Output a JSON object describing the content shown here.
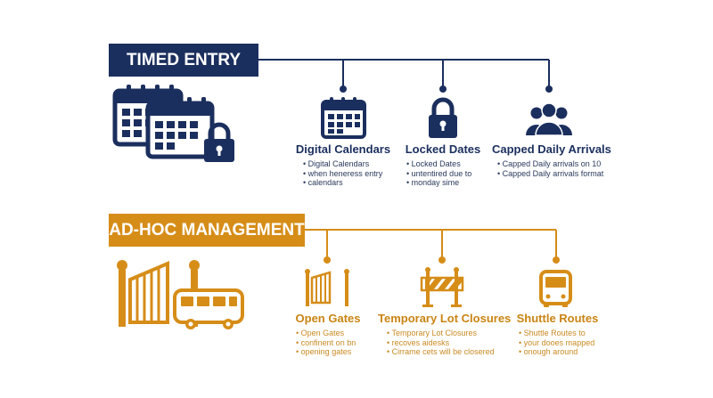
{
  "colors": {
    "navy": "#1b2f5e",
    "orange": "#d68d18"
  },
  "timed_entry": {
    "title": "TIMED ENTRY",
    "hero_icons": [
      "calendar-icon",
      "calendar-icon",
      "padlock-icon"
    ],
    "items": [
      {
        "icon": "calendar-icon",
        "title": "Digital Calendars",
        "bullets": [
          "Digital Calendars",
          "when heneress entry",
          "calendars"
        ]
      },
      {
        "icon": "padlock-icon",
        "title": "Locked Dates",
        "bullets": [
          "Locked Dates",
          "untentired due to",
          "monday sime"
        ]
      },
      {
        "icon": "people-icon",
        "title": "Capped Daily Arrivals",
        "bullets": [
          "Capped Daily arrivals on 10",
          "Capped Daily arrivals format"
        ]
      }
    ]
  },
  "adhoc": {
    "title": "AD-HOC MANAGEMENT",
    "hero_icons": [
      "gate-icon",
      "bus-icon"
    ],
    "items": [
      {
        "icon": "gate-icon",
        "title": "Open Gates",
        "bullets": [
          "Open Gates",
          "confinent on bn",
          "opening gates"
        ]
      },
      {
        "icon": "barrier-icon",
        "title": "Temporary Lot Closures",
        "bullets": [
          "Temporary Lot Closures",
          "recoves aidesks",
          "Cirrame cets will be closered"
        ]
      },
      {
        "icon": "bus-icon",
        "title": "Shuttle Routes",
        "bullets": [
          "Shuttle Routes to",
          "your dooes mapped",
          "onough around"
        ]
      }
    ]
  }
}
